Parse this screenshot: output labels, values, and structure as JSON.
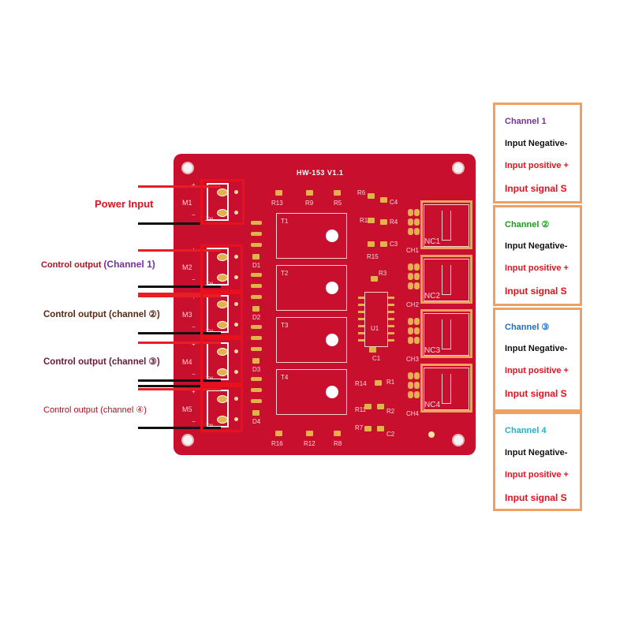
{
  "board": {
    "title": "HW-153 V1.1",
    "terminals": [
      {
        "label": "M1",
        "jp": "JP9",
        "plus": "+",
        "minus": "−"
      },
      {
        "label": "M2",
        "jp": "JP8",
        "plus": "+",
        "minus": "−"
      },
      {
        "label": "M3",
        "jp": "JP4",
        "plus": "+",
        "minus": "−"
      },
      {
        "label": "M4",
        "jp": "JP8",
        "plus": "+",
        "minus": "−"
      },
      {
        "label": "M5",
        "jp": "JP8",
        "plus": "+",
        "minus": "−"
      }
    ],
    "mosfets": [
      "T1",
      "T2",
      "T3",
      "T4"
    ],
    "diodes": [
      "D1",
      "D2",
      "D3",
      "D4"
    ],
    "opto_blocks": [
      "NC1",
      "NC2",
      "NC3",
      "NC4"
    ],
    "channels": [
      "CH1",
      "CH2",
      "CH3",
      "CH4"
    ],
    "resistors_top": [
      "R13",
      "R9",
      "R5"
    ],
    "resistors_bottom": [
      "R16",
      "R12",
      "R8"
    ],
    "misc": {
      "r6": "R6",
      "c4": "C4",
      "r10": "R10",
      "r4": "R4",
      "c3": "C3",
      "r15": "R15",
      "r3": "R3",
      "u1": "U1",
      "c1": "C1",
      "r14": "R14",
      "r1": "R1",
      "r11": "R11",
      "r2": "R2",
      "r7": "R7",
      "c2": "C2"
    }
  },
  "left_labels": {
    "power": "Power Input",
    "ch1_prefix": "Control output ",
    "ch1_suffix": "(Channel 1)",
    "ch2": "Control output (channel ②)",
    "ch3": "Control output (channel ③)",
    "ch4": "Control output (channel ④)"
  },
  "right_panels": [
    {
      "name": "Channel 1",
      "neg": "Input Negative-",
      "pos": "Input positive +",
      "sig": "Input signal S",
      "color": "#7a2fa0"
    },
    {
      "name": "Channel ②",
      "neg": "Input Negative-",
      "pos": "Input positive +",
      "sig": "Input signal S",
      "color": "#18a018"
    },
    {
      "name": "Channel ③",
      "neg": "Input Negative-",
      "pos": "Input positive +",
      "sig": "Input signal S",
      "color": "#1a6fc8"
    },
    {
      "name": "Channel 4",
      "neg": "Input Negative-",
      "pos": "Input positive +",
      "sig": "Input signal S",
      "color": "#22b0d0"
    }
  ],
  "colors": {
    "board": "#c8102e",
    "accent_orange": "#f0a060",
    "wire_red": "#ea1c24",
    "label_red": "#e8101c",
    "label_brown": "#5a2810",
    "label_maroon": "#6a1a3a"
  }
}
